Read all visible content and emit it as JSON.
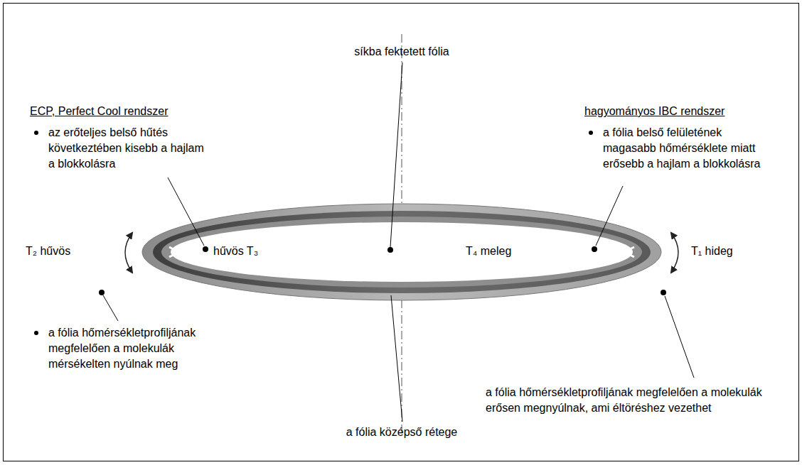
{
  "diagram": {
    "labels": [
      "síkba fektetett fólia",
      "ECP, Perfect Cool rendszer",
      "az erőteljes belső hűtés következtében kisebb a hajlam a blokkolásra",
      "hagyományos IBC rendszer",
      "a fólia belső felületének magasabb hőmérséklete miatt erősebb a hajlam a blokkolásra",
      "T₂ hűvös",
      "hűvös T₃",
      "T₄ meleg",
      "T₁ hideg",
      "a fólia hőmérsékletprofiljának megfelelően a molekulák mérsékelten nyúlnak meg",
      "a fólia hőmérsékletprofiljának megfelelően a molekulák erősen megnyúlnak, ami éltöréshez vezethet",
      "a fólia középső rétege"
    ]
  }
}
